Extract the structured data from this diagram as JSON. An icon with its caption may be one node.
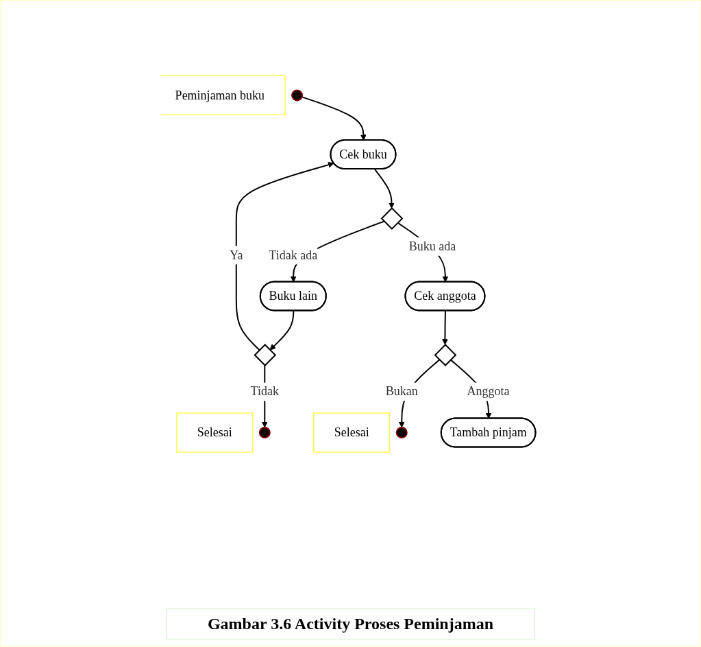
{
  "diagram": {
    "caption": "Gambar 3.6  Activity Proses Peminjaman",
    "nodes": [
      {
        "text": [],
        "shape": "circle",
        "beside": [
          "Peminjaman buku"
        ]
      },
      {
        "text": [
          "Cek buku"
        ]
      },
      {
        "text": [],
        "shape": "diamond"
      },
      {
        "text": [
          "Buku lain"
        ]
      },
      {
        "text": [],
        "shape": "diamond"
      },
      {
        "text": [],
        "shape": "circle",
        "beside": [
          "Selesai"
        ]
      },
      {
        "text": [
          "Cek anggota"
        ]
      },
      {
        "text": [],
        "shape": "diamond"
      },
      {
        "text": [],
        "shape": "circle",
        "beside": [
          "Selesai"
        ]
      },
      {
        "text": [
          "Tambah pinjam"
        ]
      }
    ],
    "edges": [
      {
        "from": 0,
        "to": 1,
        "arrow": "to"
      },
      {
        "from": 1,
        "to": 2,
        "arrow": "to"
      },
      {
        "from": 2,
        "to": 3,
        "arrow": "to",
        "label": "Tidak ada"
      },
      {
        "from": 3,
        "to": 4,
        "arrow": "to"
      },
      {
        "from": 4,
        "to": 1,
        "arrow": "to",
        "label": "Ya"
      },
      {
        "from": 4,
        "to": 5,
        "arrow": "to",
        "label": "Tidak"
      },
      {
        "from": 2,
        "to": 6,
        "arrow": "to",
        "label": "Buku ada"
      },
      {
        "from": 6,
        "to": 7,
        "arrow": "to"
      },
      {
        "from": 7,
        "to": 8,
        "arrow": "to",
        "label": "Bukan"
      },
      {
        "from": 7,
        "to": 9,
        "arrow": "to",
        "label": "Anggota"
      }
    ]
  }
}
